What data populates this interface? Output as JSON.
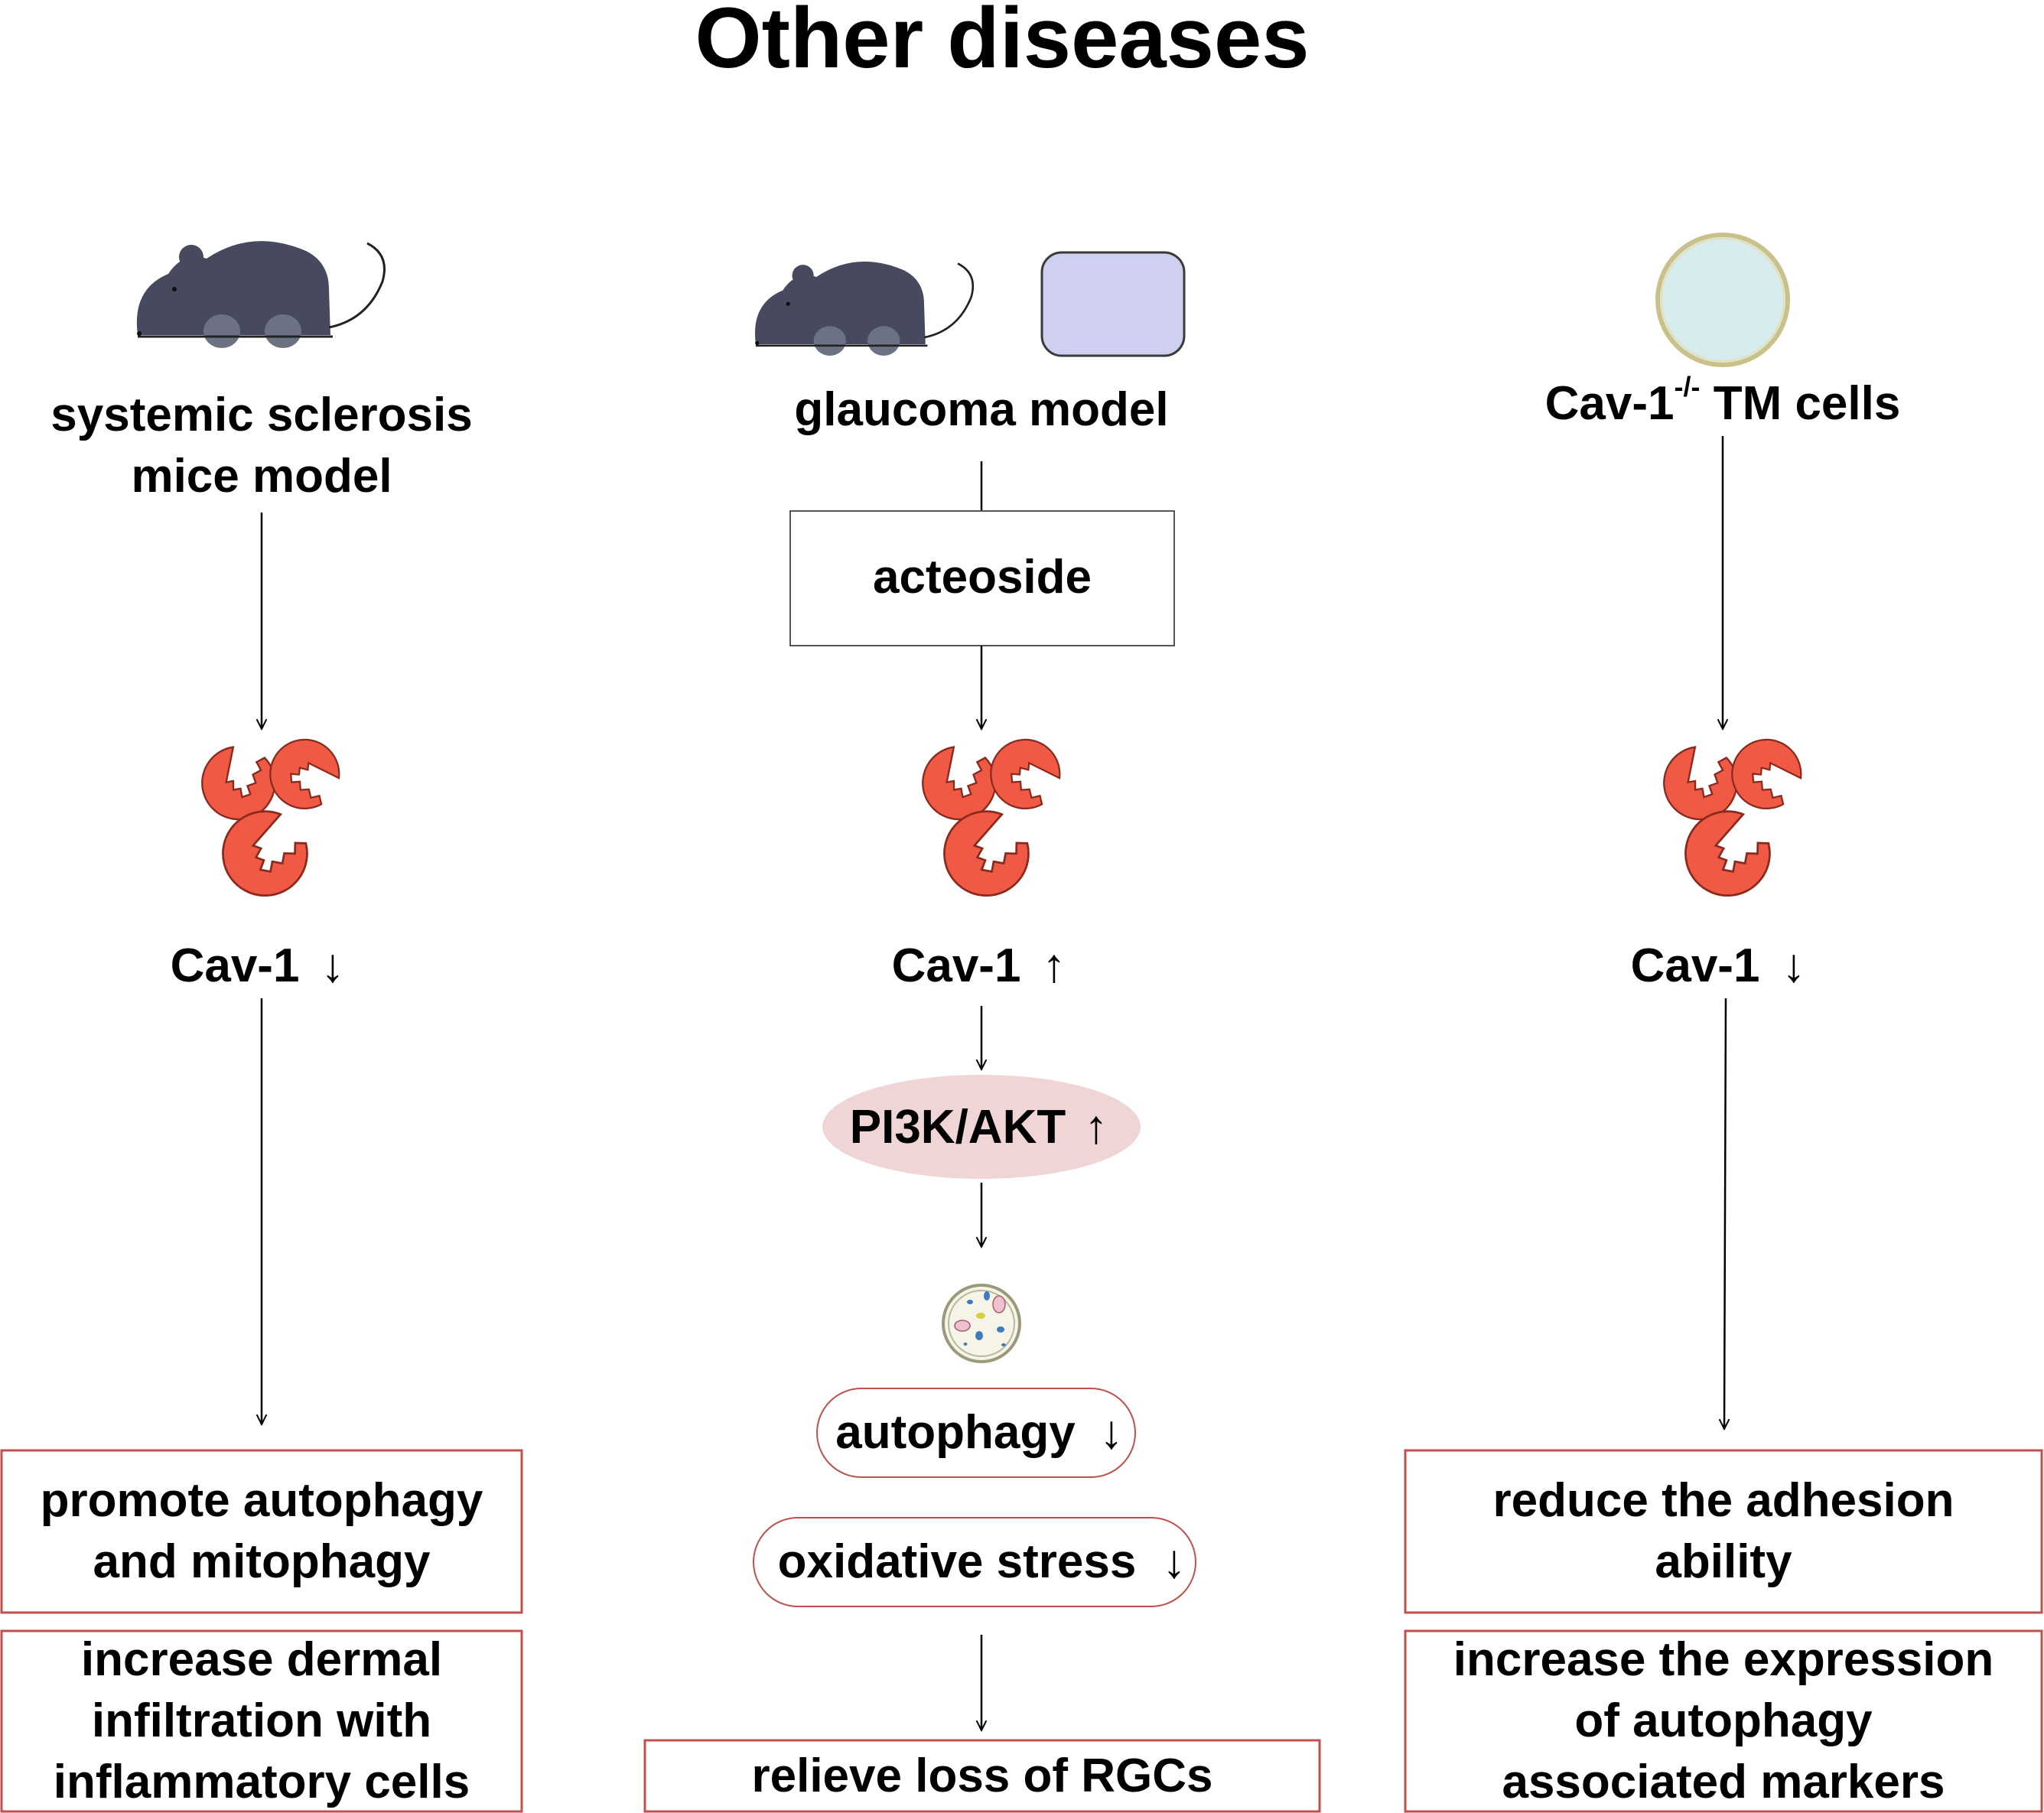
{
  "title": "Other diseases",
  "left": {
    "model_line1": "systemic sclerosis",
    "model_line2": "mice model",
    "cav": "Cav-1",
    "cav_arrow": "↓",
    "effect1_line1": "promote autophagy",
    "effect1_line2": "and mitophagy",
    "effect2_line1": "increase dermal",
    "effect2_line2": "infiltration with",
    "effect2_line3": "inflammatory cells"
  },
  "middle": {
    "model": "glaucoma model",
    "treatment": "acteoside",
    "cav": "Cav-1",
    "cav_arrow": "↑",
    "pathway": "PI3K/AKT",
    "pathway_arrow": "↑",
    "autophagy": "autophagy",
    "autophagy_arrow": "↓",
    "stress": "oxidative stress",
    "stress_arrow": "↓",
    "outcome": "relieve loss of RGCs"
  },
  "right": {
    "model_main": "Cav-1",
    "model_sup": "-/-",
    "model_rest": " TM cells",
    "cav": "Cav-1",
    "cav_arrow": "↓",
    "effect1_line1": "reduce the adhesion",
    "effect1_line2": "ability",
    "effect2_line1": "increase the expression",
    "effect2_line2": "of autophagy",
    "effect2_line3": "associated markers"
  },
  "icons": [
    "mouse-icon",
    "tissue-dish-icon",
    "cell-icon",
    "caveolin-protein-icon",
    "autophagosome-icon"
  ]
}
